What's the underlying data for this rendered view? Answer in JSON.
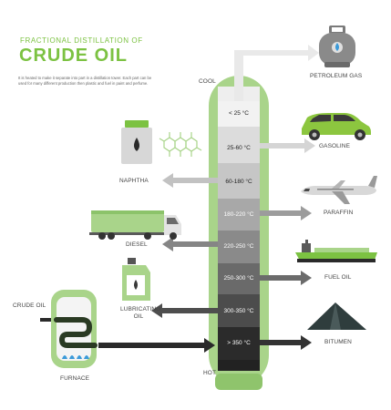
{
  "title": {
    "line1": "FRACTIONAL DISTILLATION OF",
    "line2": "CRUDE OIL",
    "description": "It is heated to make it separate into part in a distillation tower. Each part can be used for many different production then plastic and fuel in paint and perfume."
  },
  "tower": {
    "top_label": "COOL",
    "bottom_label": "HOT",
    "fractions": [
      {
        "temp": "< 25 °C",
        "product": "PETROLEUM GAS",
        "shade": "#f2f2f2",
        "arrow": "#e6e6e6"
      },
      {
        "temp": "25-60 °C",
        "product": "GASOLINE",
        "shade": "#dcdcdc",
        "arrow": "#d5d5d5"
      },
      {
        "temp": "60-180 °C",
        "product": "NAPHTHA",
        "shade": "#c6c6c6",
        "arrow": "#c2c2c2"
      },
      {
        "temp": "180-220 °C",
        "product": "PARAFFIN",
        "shade": "#a8a8a8",
        "arrow": "#9c9c9c"
      },
      {
        "temp": "220-250 °C",
        "product": "DIESEL",
        "shade": "#8a8a8a",
        "arrow": "#858585"
      },
      {
        "temp": "250-300 °C",
        "product": "FUEL OIL",
        "shade": "#6a6a6a",
        "arrow": "#6b6b6b"
      },
      {
        "temp": "300-350 °C",
        "product": "LUBRICATING OIL",
        "shade": "#4c4c4c",
        "arrow": "#4e4e4e"
      },
      {
        "temp": "> 350 °C",
        "product": "BITUMEN",
        "shade": "#2b2b2b",
        "arrow": "#333333"
      }
    ]
  },
  "inputs": {
    "crude_oil": "CRUDE OIL",
    "furnace": "FURNACE"
  },
  "colors": {
    "accent_green": "#7cc242",
    "light_green": "#a9d48a",
    "dark_green": "#2a3a23",
    "flame_blue": "#3b9ad9"
  },
  "icons": [
    "gas-cylinder-icon",
    "car-icon",
    "oil-can-icon",
    "molecule-icon",
    "airplane-icon",
    "tanker-truck-icon",
    "cargo-ship-icon",
    "lubricant-jug-icon",
    "bitumen-pile-icon",
    "furnace-icon"
  ]
}
